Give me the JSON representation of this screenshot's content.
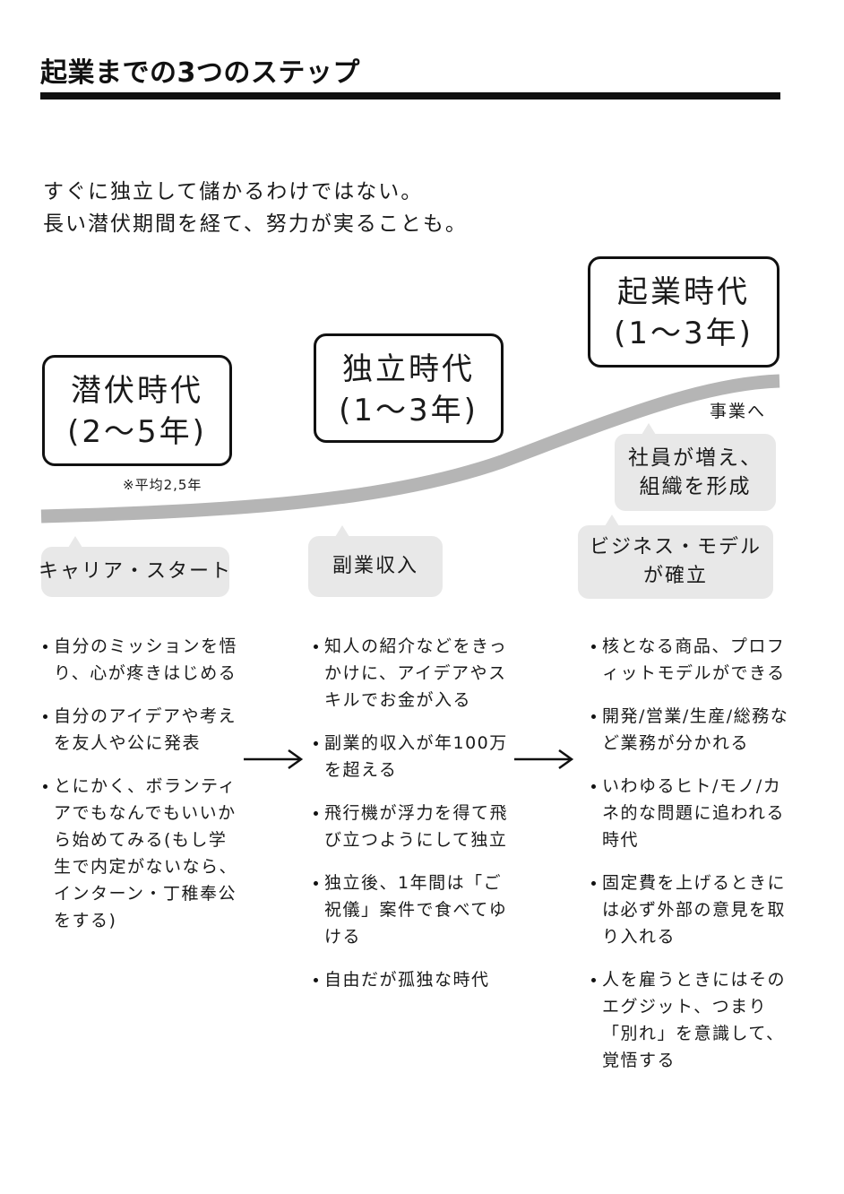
{
  "title": "起業までの3つのステップ",
  "intro": [
    "すぐに独立して儲かるわけではない。",
    "長い潜伏期間を経て、努力が実ることも。"
  ],
  "eras": [
    {
      "name": "潜伏時代",
      "period": "(2〜5年)",
      "note": "※平均2,5年",
      "bubble": [
        "キャリア・スタート"
      ],
      "bullets": [
        "自分のミッションを悟り、心が疼きはじめる",
        "自分のアイデアや考えを友人や公に発表",
        "とにかく、ボランティアでもなんでもいいから始めてみる(もし学生で内定がないなら、インターン・丁稚奉公をする)"
      ]
    },
    {
      "name": "独立時代",
      "period": "(1〜3年)",
      "bubble": [
        "副業収入"
      ],
      "bullets": [
        "知人の紹介などをきっかけに、アイデアやスキルでお金が入る",
        "副業的収入が年100万を超える",
        "飛行機が浮力を得て飛び立つようにして独立",
        "独立後、1年間は「ご祝儀」案件で食べてゆける",
        "自由だが孤独な時代"
      ]
    },
    {
      "name": "起業時代",
      "period": "(1〜3年)",
      "side_note": "事業へ",
      "sub_bubble": [
        "社員が増え、",
        "組織を形成"
      ],
      "bubble": [
        "ビジネス・モデル",
        "が確立"
      ],
      "bullets": [
        "核となる商品、プロフィットモデルができる",
        "開発/営業/生産/総務など業務が分かれる",
        "いわゆるヒト/モノ/カネ的な問題に追われる時代",
        "固定費を上げるときには必ず外部の意見を取り入れる",
        "人を雇うときにはそのエグジット、つまり「別れ」を意識して、覚悟する"
      ]
    }
  ],
  "colors": {
    "ink": "#111111",
    "curve": "#b5b5b5",
    "bubble": "#e8e8e8"
  },
  "icons": {
    "arrow": "right-arrow-icon"
  }
}
